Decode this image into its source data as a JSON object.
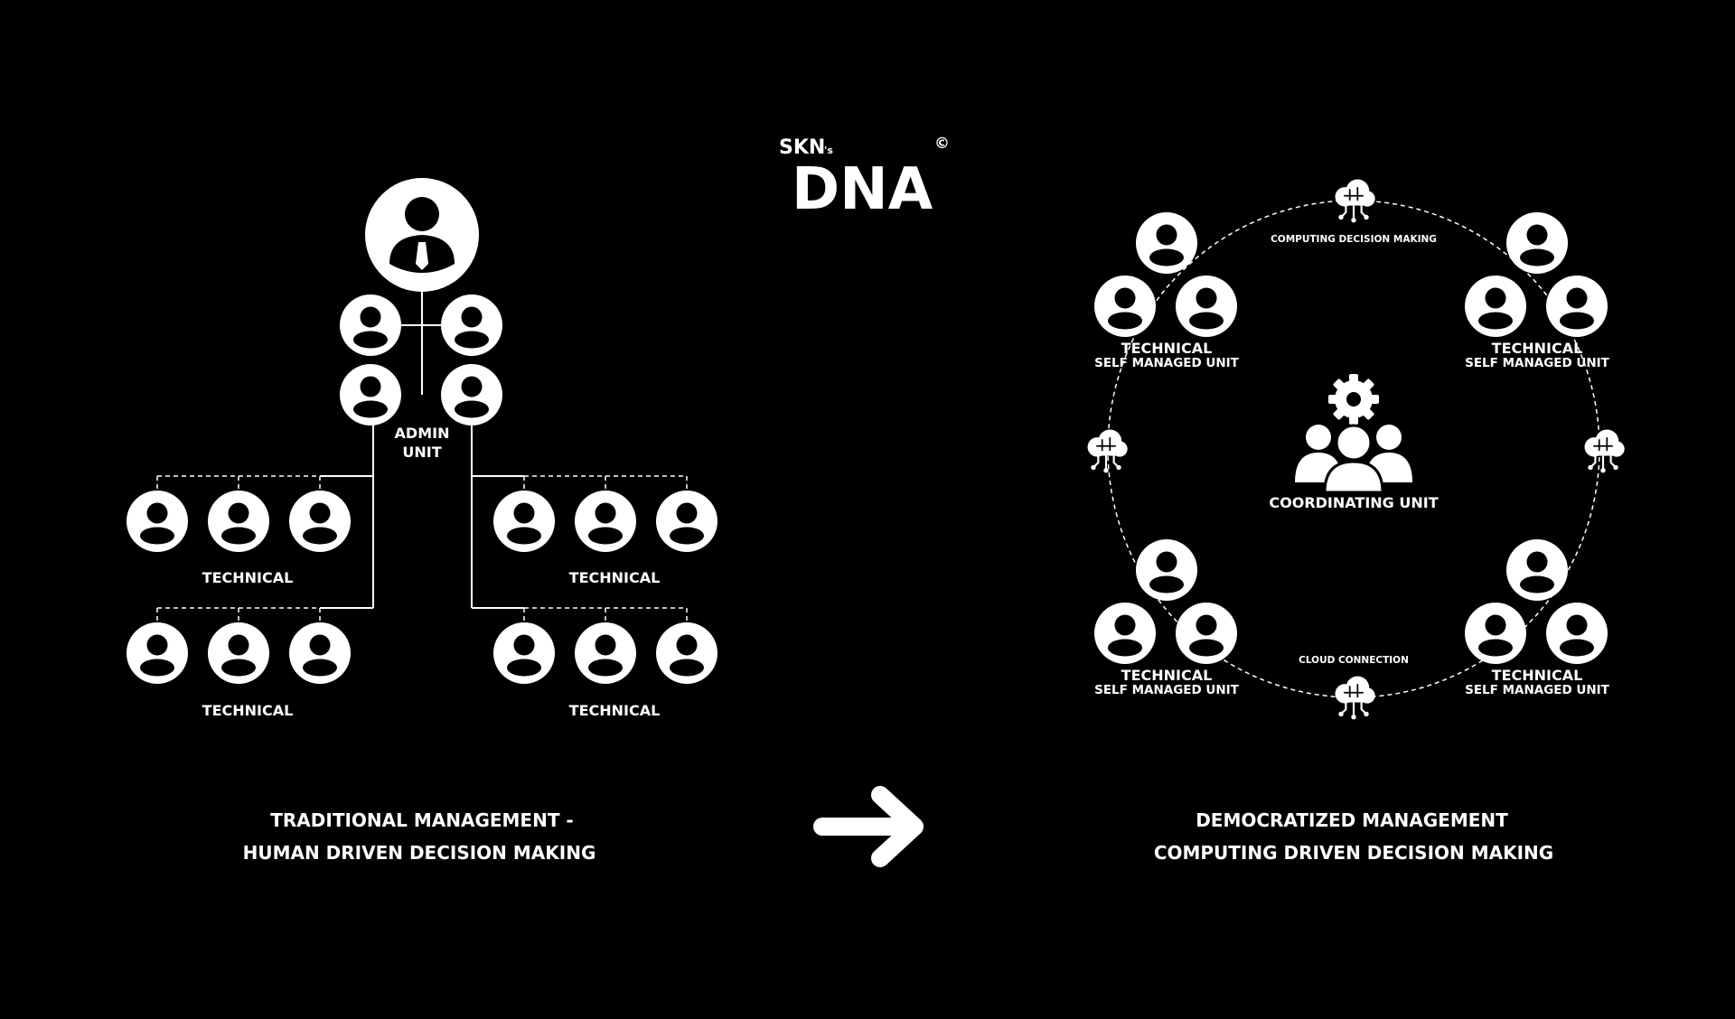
{
  "logo": {
    "prefix": "SKN",
    "possessive": "'s",
    "name": "DNA",
    "copyright": "©"
  },
  "traditional": {
    "admin_label": [
      "ADMIN",
      "UNIT"
    ],
    "technical_label": "TECHNICAL",
    "caption": [
      "TRADITIONAL MANAGEMENT -",
      "HUMAN DRIVEN DECISION MAKING"
    ]
  },
  "democratized": {
    "coordinating_label": "COORDINATING UNIT",
    "unit_label": [
      "TECHNICAL",
      "SELF MANAGED UNIT"
    ],
    "top_node_label": "COMPUTING DECISION MAKING",
    "bottom_node_label": "CLOUD CONNECTION",
    "caption": [
      "DEMOCRATIZED MANAGEMENT",
      "COMPUTING DRIVEN DECISION MAKING"
    ]
  },
  "colors": {
    "background": "#000000",
    "foreground": "#ffffff"
  },
  "icons": [
    "person-icon",
    "leader-person-icon",
    "gear-icon",
    "group-icon",
    "cloud-circuit-icon",
    "arrow-right-icon"
  ]
}
